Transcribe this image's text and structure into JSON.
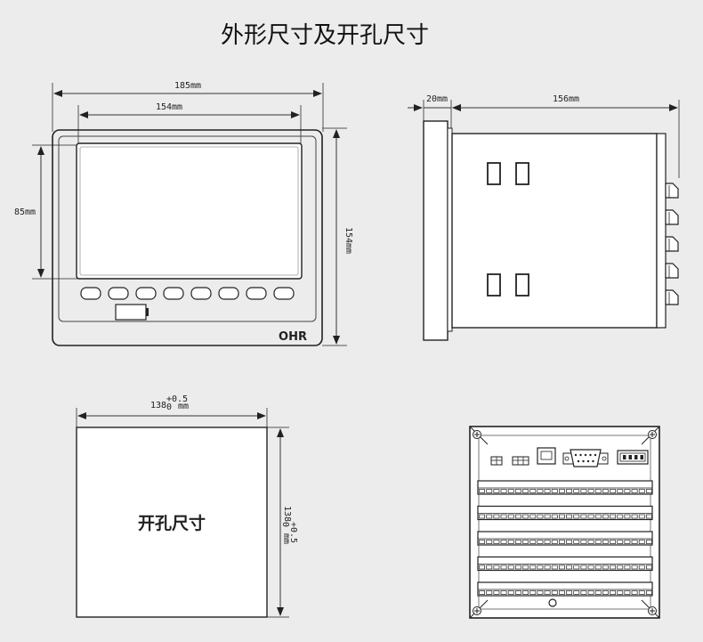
{
  "title": "外形尺寸及开孔尺寸",
  "front_view": {
    "width_label": "185mm",
    "screen_width_label": "154mm",
    "screen_height_label": "85mm",
    "height_label": "154mm",
    "brand": "OHR",
    "button_count": 8
  },
  "side_view": {
    "bezel_depth_label": "20mm",
    "body_depth_label": "156mm",
    "connector_count": 5
  },
  "cutout": {
    "width_label_main": "138",
    "width_label_sup": "+0.5",
    "width_label_sub": "0",
    "width_label_unit": "mm",
    "height_label_main": "138",
    "height_label_sup": "+0.5",
    "height_label_sub": "0",
    "height_label_unit": "mm",
    "center_text": "开孔尺寸"
  },
  "rear_view": {
    "terminal_rows": 5,
    "terminals_per_row": 24
  },
  "colors": {
    "line": "#222222",
    "background": "#ececec",
    "panel": "#ffffff"
  }
}
